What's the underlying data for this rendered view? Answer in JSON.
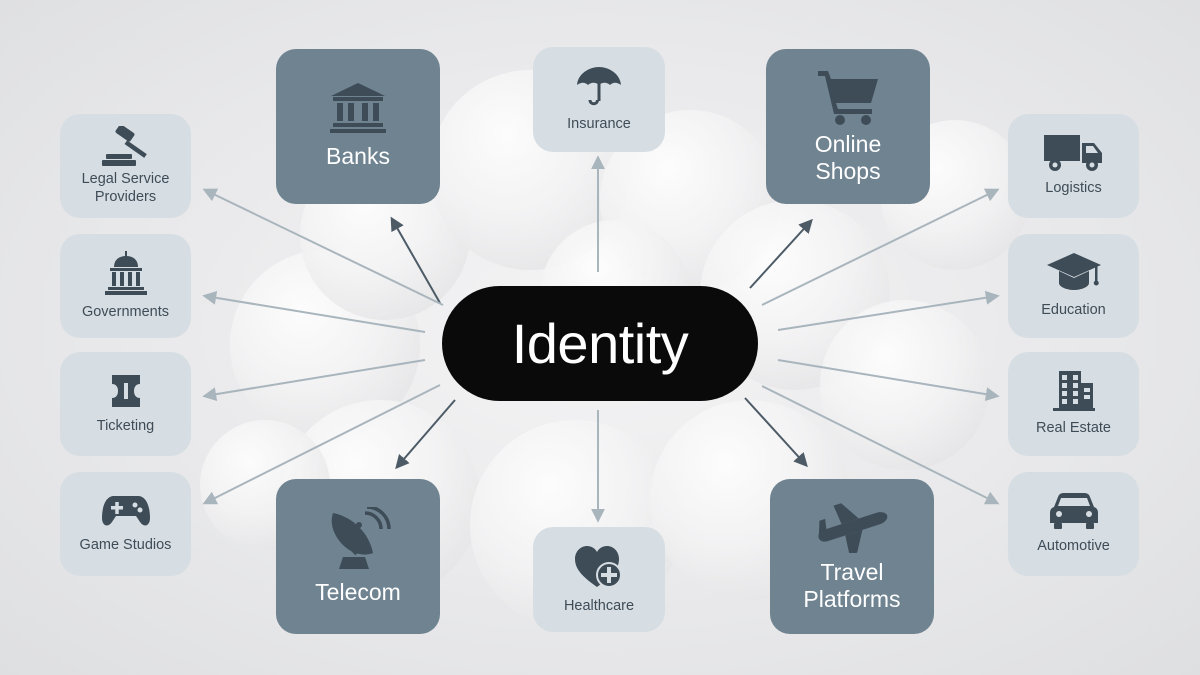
{
  "hub": {
    "label": "Identity"
  },
  "nodes": {
    "banks": {
      "label": "Banks",
      "icon": "bank-icon"
    },
    "insurance": {
      "label": "Insurance",
      "icon": "umbrella-icon"
    },
    "online_shops": {
      "label": "Online\nShops",
      "icon": "shopping-cart-icon"
    },
    "telecom": {
      "label": "Telecom",
      "icon": "satellite-dish-icon"
    },
    "healthcare": {
      "label": "Healthcare",
      "icon": "heart-plus-icon"
    },
    "travel_platforms": {
      "label": "Travel\nPlatforms",
      "icon": "airplane-icon"
    },
    "legal_service_providers": {
      "label": "Legal Service\nProviders",
      "icon": "gavel-icon"
    },
    "governments": {
      "label": "Governments",
      "icon": "capitol-icon"
    },
    "ticketing": {
      "label": "Ticketing",
      "icon": "ticket-icon"
    },
    "game_studios": {
      "label": "Game Studios",
      "icon": "gamepad-icon"
    },
    "logistics": {
      "label": "Logistics",
      "icon": "truck-icon"
    },
    "education": {
      "label": "Education",
      "icon": "graduation-cap-icon"
    },
    "real_estate": {
      "label": "Real Estate",
      "icon": "building-icon"
    },
    "automotive": {
      "label": "Automotive",
      "icon": "car-icon"
    }
  },
  "colors": {
    "hub_background": "#0a0a0a",
    "hub_text": "#ffffff",
    "large_node_background": "#6f8391",
    "large_node_text": "#ffffff",
    "small_node_background": "#d7dee3",
    "small_node_text": "#3e4c57",
    "icon_dark": "#3e4c57",
    "arrow_dark": "#4d5b66",
    "arrow_light": "#a9b5bd"
  }
}
